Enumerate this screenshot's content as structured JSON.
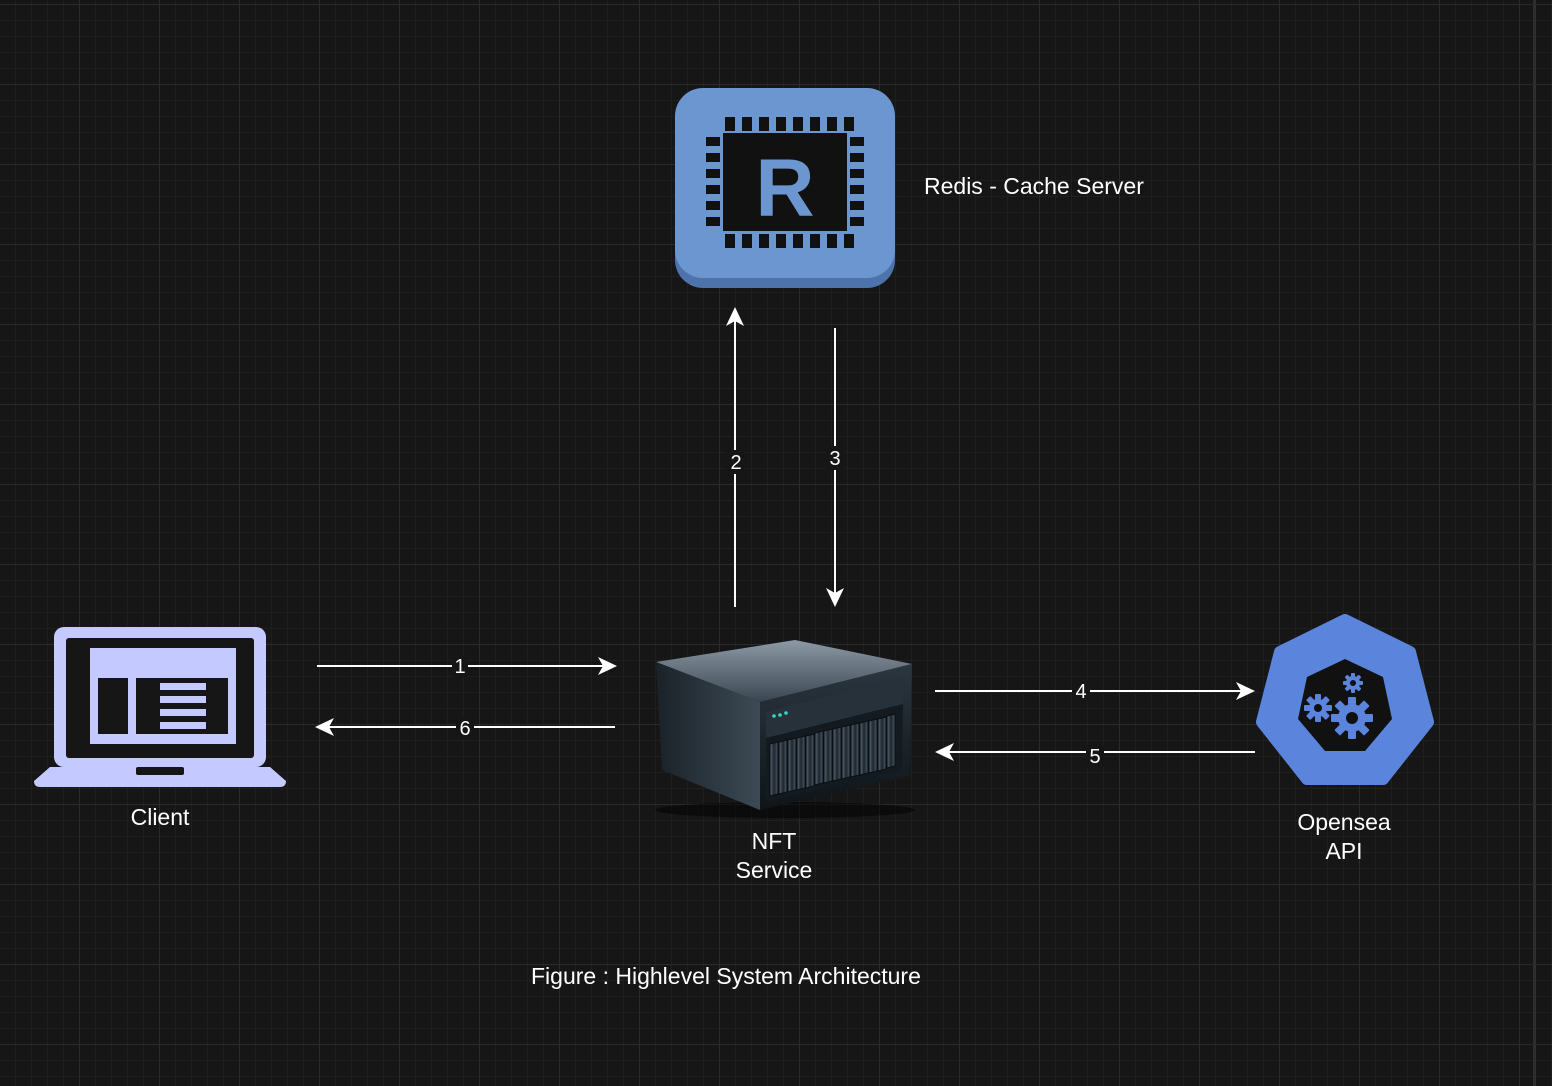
{
  "diagram": {
    "nodes": {
      "redis": {
        "label": "Redis - Cache Server",
        "icon": "redis-chip-icon",
        "icon_letter": "R",
        "color": "#6b96cf"
      },
      "client": {
        "label": "Client",
        "icon": "laptop-icon",
        "color": "#c4caff"
      },
      "nft_service": {
        "label_line1": "NFT",
        "label_line2": "Service",
        "icon": "server-icon"
      },
      "opensea": {
        "label_line1": "Opensea",
        "label_line2": "API",
        "icon": "gears-heptagon-icon",
        "color": "#5b85dc"
      }
    },
    "edges": [
      {
        "id": "e1",
        "from": "client",
        "to": "nft_service",
        "label": "1"
      },
      {
        "id": "e2",
        "from": "nft_service",
        "to": "redis",
        "label": "2"
      },
      {
        "id": "e3",
        "from": "redis",
        "to": "nft_service",
        "label": "3"
      },
      {
        "id": "e4",
        "from": "nft_service",
        "to": "opensea",
        "label": "4"
      },
      {
        "id": "e5",
        "from": "opensea",
        "to": "nft_service",
        "label": "5"
      },
      {
        "id": "e6",
        "from": "nft_service",
        "to": "client",
        "label": "6"
      }
    ],
    "caption": "Figure : Highlevel System Architecture"
  }
}
